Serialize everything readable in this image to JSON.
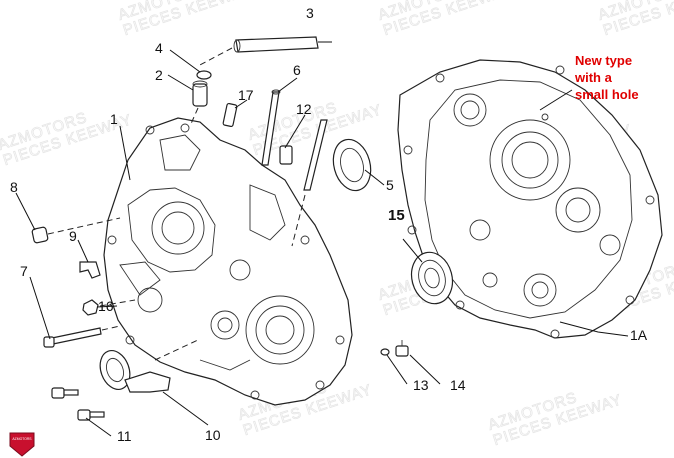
{
  "watermark": {
    "line1": "AZMOTORS",
    "line2": "PIECES KEEWAY"
  },
  "note": {
    "line1": "New type",
    "line2": "with a",
    "line3": "small hole",
    "color": "#e00000"
  },
  "callouts": [
    "1",
    "2",
    "3",
    "4",
    "6",
    "5",
    "7",
    "8",
    "9",
    "10",
    "11",
    "12",
    "13",
    "14",
    "15",
    "16",
    "17",
    "1A"
  ],
  "logo": "AZMOTORS"
}
